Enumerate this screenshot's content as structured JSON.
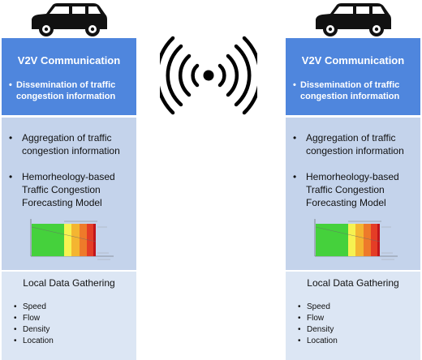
{
  "left": {
    "v2v": {
      "title": "V2V Communication",
      "bullet_line1": "Dissemination of traffic",
      "bullet_line2": "congestion information"
    },
    "middle": {
      "item1_line1": "Aggregation of traffic",
      "item1_line2": "congestion information",
      "item2_line1": "Hemorheology-based",
      "item2_line2": "Traffic Congestion",
      "item2_line3": "Forecasting Model"
    },
    "local": {
      "title": "Local Data Gathering",
      "items": [
        "Speed",
        "Flow",
        "Density",
        "Location"
      ]
    }
  },
  "right": {
    "v2v": {
      "title": "V2V Communication",
      "bullet_line1": "Dissemination of traffic",
      "bullet_line2": "congestion information"
    },
    "middle": {
      "item1_line1": "Aggregation of traffic",
      "item1_line2": "congestion information",
      "item2_line1": "Hemorheology-based",
      "item2_line2": "Traffic Congestion",
      "item2_line3": "Forecasting Model"
    },
    "local": {
      "title": "Local Data Gathering",
      "items": [
        "Speed",
        "Flow",
        "Density",
        "Location"
      ]
    }
  },
  "bullet_symbol": "•",
  "icons": {
    "vehicle": "car-icon",
    "wireless": "wireless-signal-icon"
  },
  "colors": {
    "v2v_panel": "#4f86dd",
    "middle_panel": "#c4d3eb",
    "local_panel": "#dce6f4",
    "chart_zones": [
      "#45d13c",
      "#f6f251",
      "#f4b531",
      "#ee7a2a",
      "#e43d26",
      "#c1151b"
    ]
  }
}
